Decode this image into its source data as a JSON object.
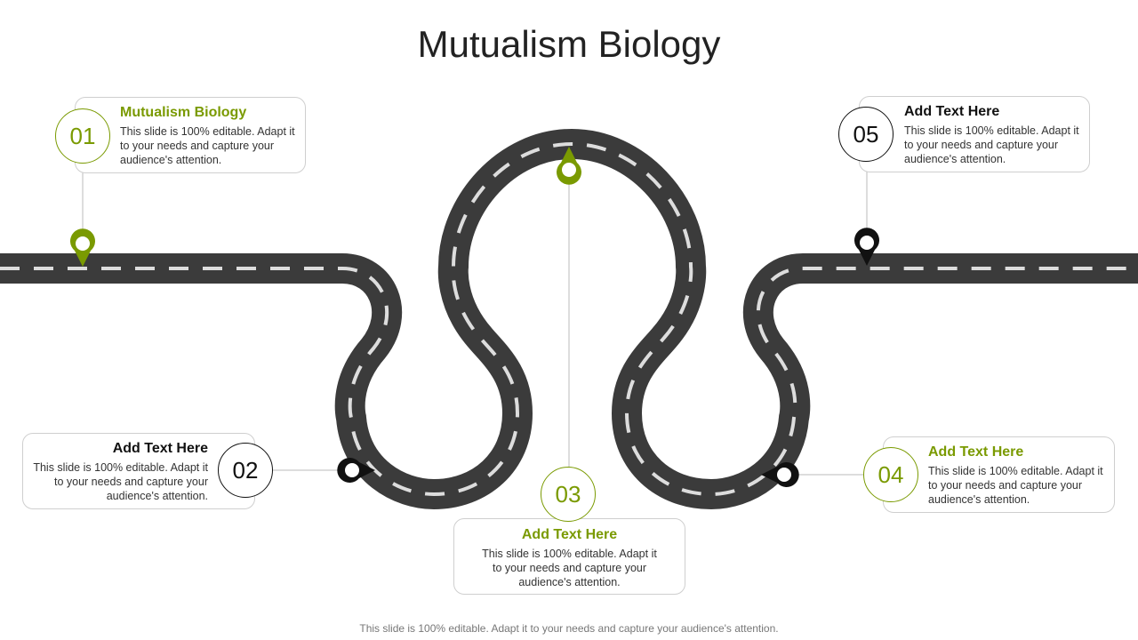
{
  "slide": {
    "title": "Mutualism Biology",
    "footer": "This slide is 100% editable. Adapt it to your needs and capture your audience's attention."
  },
  "colors": {
    "accent": "#7a9a01",
    "road": "#3b3b3b",
    "dark": "#111111",
    "lane": "#dddddd"
  },
  "steps": [
    {
      "number": "01",
      "heading": "Mutualism Biology",
      "body": "This slide is 100% editable. Adapt it to your needs and capture your audience's attention.",
      "color": "green"
    },
    {
      "number": "02",
      "heading": "Add Text Here",
      "body": "This slide is 100% editable. Adapt it to your needs and capture your audience's attention.",
      "color": "dark"
    },
    {
      "number": "03",
      "heading": "Add Text Here",
      "body": "This slide is 100% editable. Adapt it to your needs and capture your audience's attention.",
      "color": "green"
    },
    {
      "number": "04",
      "heading": "Add Text Here",
      "body": "This slide is 100% editable. Adapt it to your needs and capture your audience's attention.",
      "color": "green"
    },
    {
      "number": "05",
      "heading": "Add Text Here",
      "body": "This slide is 100% editable. Adapt it to your needs and capture your audience's attention.",
      "color": "dark"
    }
  ],
  "icons": {
    "marker": "map-pin-icon"
  }
}
